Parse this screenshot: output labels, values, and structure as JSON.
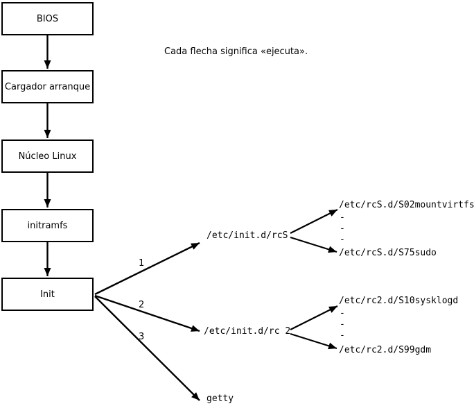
{
  "diagram": {
    "note": "Cada flecha significa «ejecuta».",
    "chain": [
      {
        "label": "BIOS"
      },
      {
        "label": "Cargador arranque"
      },
      {
        "label": "Núcleo Linux"
      },
      {
        "label": "initramfs"
      },
      {
        "label": "Init"
      }
    ],
    "init_branches": [
      {
        "number": "1",
        "target": "/etc/init.d/rcS"
      },
      {
        "number": "2",
        "target": "/etc/init.d/rc 2"
      },
      {
        "number": "3",
        "target": "getty"
      }
    ],
    "rcS_group": {
      "first": "/etc/rcS.d/S02mountvirtfs",
      "dash": "-",
      "last": "/etc/rcS.d/S75sudo"
    },
    "rc2_group": {
      "first": "/etc/rc2.d/S10sysklogd",
      "dash": "-",
      "last": "/etc/rc2.d/S99gdm"
    },
    "colors": {
      "background": "#ffffff",
      "line": "#000000",
      "text": "#000000"
    }
  }
}
